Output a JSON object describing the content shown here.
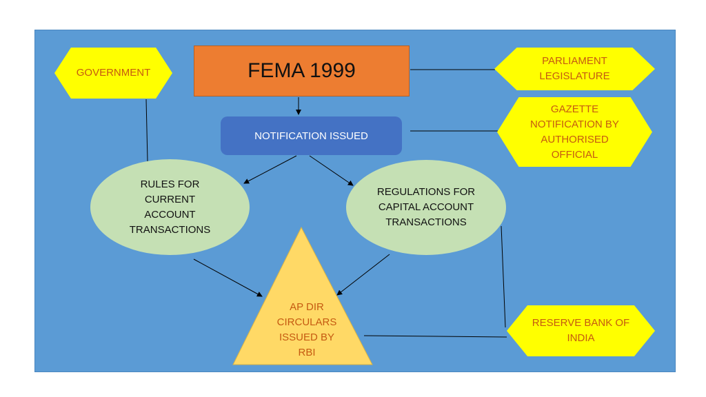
{
  "colors": {
    "canvas": "#5B9BD5",
    "fema_box": "#ED7D31",
    "notification_box": "#4472C4",
    "oval": "#C5E0B4",
    "hexagon": "#FFFF00",
    "hexagon_text": "#C55A11",
    "triangle": "#FFD966"
  },
  "nodes": {
    "fema": "FEMA 1999",
    "notification": "NOTIFICATION ISSUED",
    "rules": [
      "RULES FOR",
      "CURRENT",
      "ACCOUNT",
      "TRANSACTIONS"
    ],
    "regulations": [
      "REGULATIONS FOR",
      "CAPITAL ACCOUNT",
      "TRANSACTIONS"
    ],
    "government": "GOVERNMENT",
    "parliament": [
      "PARLIAMENT",
      "LEGISLATURE"
    ],
    "gazette": [
      "GAZETTE",
      "NOTIFICATION BY",
      "AUTHORISED",
      "OFFICIAL"
    ],
    "rbi": [
      "RESERVE BANK OF",
      "INDIA"
    ],
    "ap_dir": [
      "AP DIR",
      "CIRCULARS",
      "ISSUED BY",
      "RBI"
    ]
  }
}
